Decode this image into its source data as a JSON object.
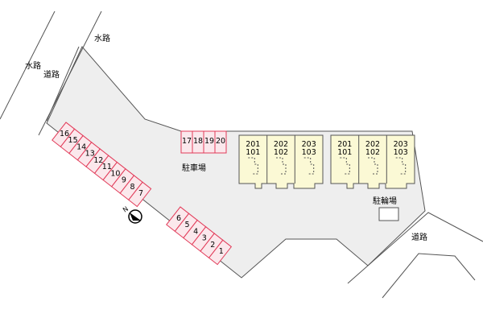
{
  "labels": {
    "waterway_top": "水路",
    "waterway_left": "水路",
    "road_left": "道路",
    "parking_lot": "駐車場",
    "bicycle_parking": "駐輪場",
    "road_bottom_right": "道路",
    "north_mark": "N"
  },
  "parking": {
    "diagonal_row_a": [
      "16",
      "15",
      "14",
      "13",
      "12",
      "11",
      "10",
      "9",
      "8",
      "7"
    ],
    "diagonal_row_b": [
      "6",
      "5",
      "4",
      "3",
      "2",
      "1"
    ],
    "horizontal_row": [
      "17",
      "18",
      "19",
      "20"
    ]
  },
  "buildings": [
    {
      "units": [
        {
          "upper": "201",
          "lower": "101"
        },
        {
          "upper": "202",
          "lower": "102"
        },
        {
          "upper": "203",
          "lower": "103"
        }
      ]
    },
    {
      "units": [
        {
          "upper": "201",
          "lower": "101"
        },
        {
          "upper": "202",
          "lower": "102"
        },
        {
          "upper": "203",
          "lower": "103"
        }
      ]
    }
  ],
  "colors": {
    "lot_fill": "#eeeeee",
    "building_fill": "#fbf9d5",
    "stall_stroke": "#e23b59",
    "stall_fill": "#fbe8ec",
    "line": "#555555"
  }
}
